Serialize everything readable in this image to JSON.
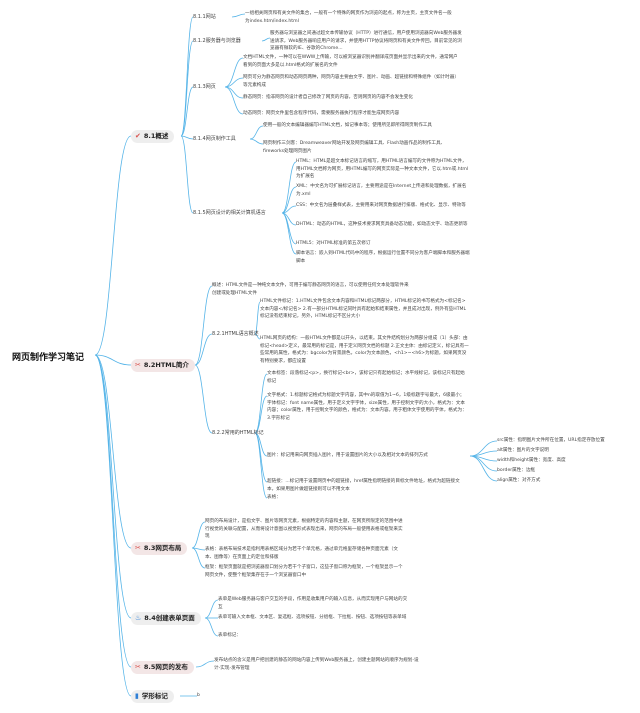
{
  "colors": {
    "line": "#55b4e8",
    "section_bg": "#eeeeee",
    "section_bg_alt": "#f3e6e6",
    "icon_red": "#d9534f",
    "icon_blue": "#2f7fd6"
  },
  "root": {
    "title": "网页制作学习笔记"
  },
  "sections": [
    {
      "label": "8.1概述",
      "icon": "check-icon",
      "children": [
        {
          "label": "8.1.1网站",
          "notes": [
            "一组相关网页和有关文件的集合，一般有一个特殊的网页作为浏览的起点，称为主页，主页文件名一般为index.htm/index.html"
          ]
        },
        {
          "label": "8.1.2服务器与浏览器",
          "notes": [
            "服务器与浏览器之间通过超文本传输协议（HTTP）进行通信，用户使用浏览器向Web服务器发送请求，Web服务器响应用户的请求，并使用HTTP协议将网页和有关文件传回，目前常见的浏览器有微软的IE、谷歌的Chrome..."
          ]
        },
        {
          "label": "8.1.3网页",
          "notes": [
            "文档HTML文件，一种可以在WWW上传输，可以被浏览器识别并翻译成页面并显示出来的文件，通常网户看到的页面大多是以.html格式的扩展名的文件",
            "网页可分为静态网页和动态网页两种，网页内容主要由文字、图片、动画、超链接和特殊组件（如计时器）等元素构成",
            "静态网页：指非网页的设计者自己修改了网页的内容，否则网页的内容不会发生变化",
            "动态网页：网页文件里包含程序代码，需要服务器执行程序才能生成网页内容"
          ]
        },
        {
          "label": "8.1.4网页制作工具",
          "notes": [
            "使用一般的文本编辑器编写HTML文档，如记事本等；使用所见即所得网页制作工具",
            "网页制作三剑客：Dreamweaver网站开发及网页编辑工具、Flash动画作品的制作工具、fireworks处理网页图片"
          ]
        },
        {
          "label": "8.1.5网页设计的相关计算机语言",
          "notes": [
            "HTML：HTML是超文本标记语言的缩写，用HTML语言编写的文件称为HTML文件，用HTML文档称为网页，用HTML编写的网页实际是一种文本文件，它以.htm或.html为扩展名",
            "XML：中文名为可扩展标记语言，主要用途是在Internet上传递和处理数据，扩展名为.xml",
            "CSS：中文名为层叠样式表，主要用来对网页数据进行排版、格式化、显示、特效等",
            "DHTML：动态的HTML，这种技术要求网页具备动态功能，如动态文字、动态更新等",
            "HTML5：对HTML标准的第五次修订",
            "脚本语言：嵌入到HTML代码中的程序，根据运行位置不同分为客户端脚本和服务器端脚本"
          ]
        }
      ]
    },
    {
      "label": "8.2HTML简介",
      "icon": "scissors-icon",
      "intro": "概述：HTML文件是一种纯文本文件，可用于编写静态网页的语言，可以使用任何文本处理软件来创建或处理HTML文件",
      "children": [
        {
          "label": "8.2.1HTML语言概述",
          "notes": [
            "HTML文件标记：1.HTML文件包含文本内容和HTML标记两部分，HTML标记的书写格式为<标记名>文本内容</标记名> 2.有一部分HTML标记同时具有起始和结束属性，并且成对出现，例外有些HTML标记没有结束标记，另外，HTML标记不区分大小",
            "HTML网页的结构：一般HTML文件都是以开头，以结束。其文件结构划分为两部分组成（1）头部：由标记<head>定义，最常用的标记是，用于定义网页文档的标题 2.正文主体：由标记定义，标记具有一些常用的属性，格式为：bgcolor为背景颜色，color为文本颜色，<h1>~<h6>为标题，如果网页没有特别要求，都应设置"
          ]
        },
        {
          "label": "8.2.2常用的HTML标记",
          "notes": [
            "文本标签：段落标记<p>，换行标记<br>，该标记只有起始标记；水平线标记，该标记只有起始标记",
            "文字格式：1.标题标记格式为标题文字内容，其中n的取值为1~6，1级标题字号最大，6级最小；字体标记：font name属性，用于定义文字字体，size属性，用于控制文字的大小，格式为：文本内容；color属性，用于控制文字的颜色，格式为：文本内容。用于粗体文字使用的字体，格式为：3.字形标记",
            "图片：标记用来向网页插入图片，用于设置图片的大小以及相对文本的排列方式",
            "超链接：...标记用于设置网页中的超链接，href属性指明链接的目标文件地址，格式为超链接文本，如果用图片做超链接则可以不用文本",
            "表格："
          ],
          "img_attrs": [
            "src属性：指明图片文件所在位置，URL指定存放位置",
            "alt属性：图片的文字说明",
            "width和height属性：宽度、高度",
            "border属性：边框",
            "align属性：对齐方式"
          ]
        }
      ]
    },
    {
      "label": "8.3网页布局",
      "icon": "scissors-icon",
      "notes": [
        "网页的布局设计，是指文字、图片等网页元素，根据特定的内容和主题，在网页所限定的范围中进行视觉的关联与配置，从而将设计意图以视觉形式表现出来，网页的布局一般使用表格或框架来实现",
        "表格：表格布局技术是指利用表格区域分为若干个单元格，通过单元格里存储各种页面元素（文本、图像等）在页面上的定位和排版",
        "框架：框架页面就是把浏览器窗口划分为若干个子窗口，这些子窗口称为框架，一个框架显示一个网页文件，使整个框架集存在于一个浏览器窗口中"
      ]
    },
    {
      "label": "8.4创建表单页面",
      "icon": "flame-icon",
      "notes": [
        "表单是Web服务器与客户交互的手段，作用是收集用户的输入信息，从而实现用户与网站的交互",
        "表单可输入文本框、文本区、复选框、选项按钮、分组框、下拉框、按钮、选项按钮等表单域",
        "表单标记："
      ]
    },
    {
      "label": "8.5网页的发布",
      "icon": "scissors-icon",
      "notes": [
        "发布站点的含义是用户把创建的静态的网站内容上传到Web服务器上，创建主题网站的顺序为规划-设计-实现-发布管理"
      ]
    },
    {
      "label": "学形标记",
      "icon": "bookmark-icon",
      "notes": [
        "b"
      ]
    }
  ]
}
